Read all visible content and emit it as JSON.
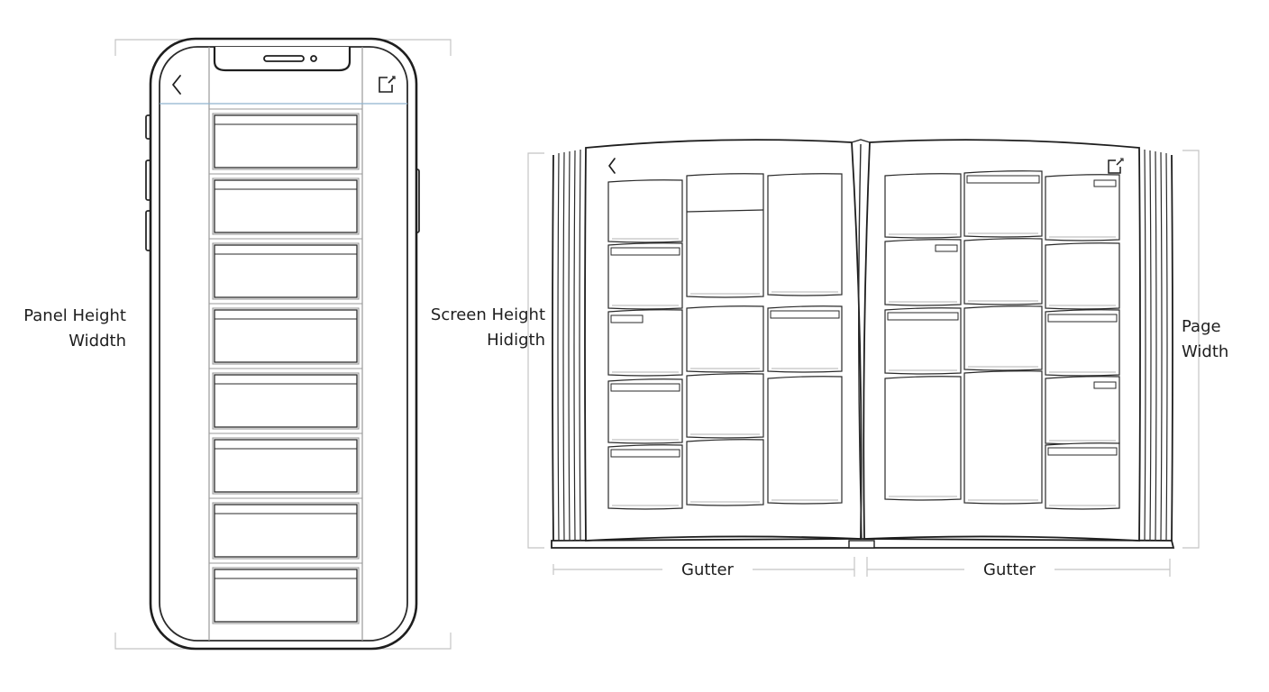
{
  "phone": {
    "label_line1": "Panel Height",
    "label_line2": "Widdth",
    "back_icon": "chevron-left-icon",
    "compose_icon": "compose-icon",
    "panel_count": 8
  },
  "book": {
    "left_label_line1": "Screen Height",
    "left_label_line2": "Hidigth",
    "right_label_line1": "Page",
    "right_label_line2": "Width",
    "gutter_left": "Gutter",
    "gutter_right": "Gutter",
    "back_icon": "chevron-left-icon",
    "compose_icon": "compose-icon"
  },
  "colors": {
    "stroke": "#2a2a2a",
    "light_stroke": "#9a9a9a",
    "guide": "#c4c4c4",
    "accent_line": "#8fb3cf"
  }
}
